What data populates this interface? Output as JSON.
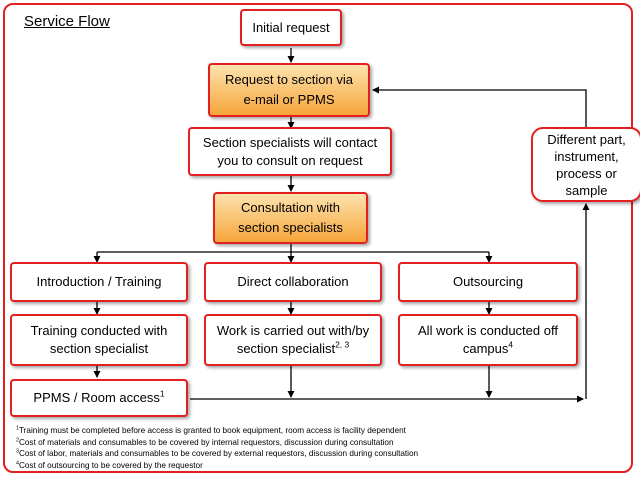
{
  "title": "Service Flow",
  "steps": {
    "initial": "Initial request",
    "request_section": "Request to section via e-mail or PPMS",
    "specialists_contact": "Section specialists will contact you to consult on request",
    "consultation": "Consultation with section specialists",
    "different": "Different part, instrument, process or sample"
  },
  "branches": {
    "training": {
      "header": "Introduction / Training",
      "detail": "Training conducted with section specialist",
      "access": "PPMS / Room access",
      "access_sup": "1"
    },
    "collaboration": {
      "header": "Direct collaboration",
      "detail": "Work is carried out with/by section specialist",
      "detail_sup": "2, 3"
    },
    "outsourcing": {
      "header": "Outsourcing",
      "detail": "All work is conducted off campus",
      "detail_sup": "4"
    }
  },
  "footnotes": [
    {
      "num": "1",
      "text": "Training must be completed before access is granted to book equipment, room access is facility dependent"
    },
    {
      "num": "2",
      "text": "Cost of materials and consumables to be covered by internal requestors, discussion during consultation"
    },
    {
      "num": "3",
      "text": "Cost of labor, materials and consumables to be covered by external requestors, discussion during consultation"
    },
    {
      "num": "4",
      "text": "Cost of outsourcing to be covered by the requestor"
    }
  ],
  "colors": {
    "border": "#e32020",
    "highlight_top": "#fde3ae",
    "highlight_bottom": "#f6a53a"
  }
}
